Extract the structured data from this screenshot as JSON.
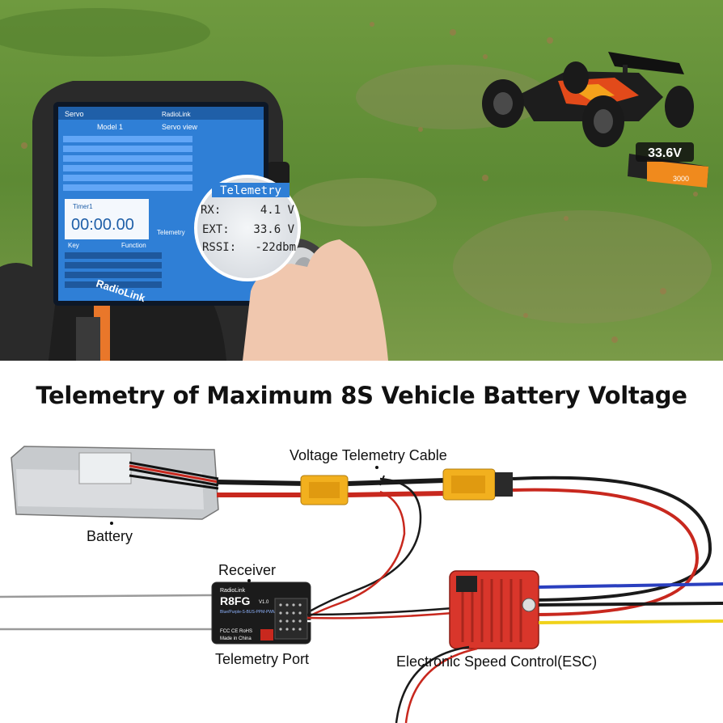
{
  "photo": {
    "remote_brand_top": "RadioLink",
    "remote_brand_bottom": "RadioLink",
    "screen": {
      "header": "Servo",
      "model": "Model 1",
      "model_type": "Servo view",
      "timer": "00:00.00",
      "timer_label": "Timer1",
      "telemetry_label": "Telemetry",
      "key_label": "Key",
      "function_label": "Function"
    },
    "battery_label": "33.6V",
    "battery_capacity": "3000"
  },
  "telemetry_readout": {
    "title": "Telemetry",
    "rows": [
      {
        "label": "RX:",
        "value": "4.1 V"
      },
      {
        "label": "EXT:",
        "value": "33.6 V"
      },
      {
        "label": "RSSI:",
        "value": "-22dbm"
      }
    ]
  },
  "title": "Telemetry of Maximum 8S Vehicle Battery Voltage",
  "labels": {
    "cable": "Voltage Telemetry Cable",
    "battery": "Battery",
    "receiver": "Receiver",
    "telemetry_port": "Telemetry Port",
    "esc": "Electronic Speed Control(ESC)"
  },
  "receiver": {
    "brand": "RadioLink",
    "model": "R8FG",
    "version": "V1.0",
    "modes": "Blue/Purple-S-BUS-PPM-PWM",
    "badge": "FCC CE RoHS",
    "origin": "Made in China"
  },
  "colors": {
    "grass": "#5e8a3a",
    "connector": "#f2b01e",
    "wire_red": "#c8281e",
    "wire_black": "#1a1a1a",
    "esc_red": "#d9362b",
    "wire_blue": "#2a3fbf",
    "wire_yellow": "#f0d21a",
    "screen_blue": "#2f7fd6"
  }
}
